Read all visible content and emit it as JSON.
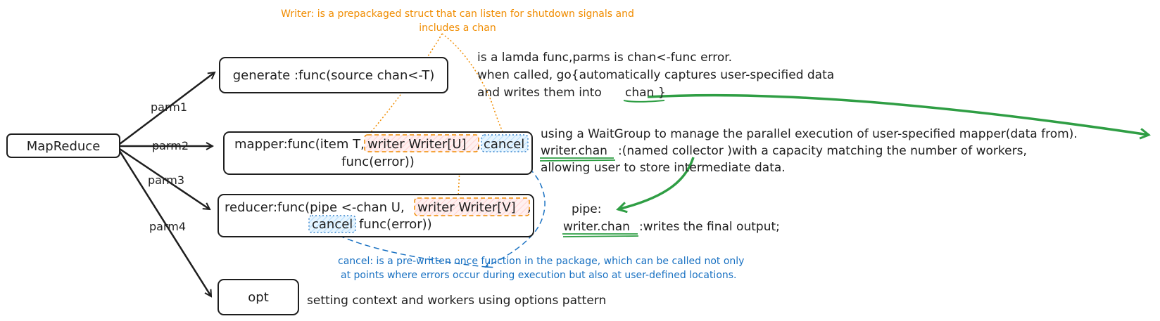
{
  "nodes": {
    "mapreduce": "MapReduce",
    "generate": "generate :func(source chan<-T)",
    "mapper_line1_a": "mapper:func(item T,",
    "mapper_line1_writer": "writer Writer[U]",
    "mapper_line1_comma": ",",
    "mapper_line1_cancel": "cancel",
    "mapper_line2": "func(error))",
    "reducer_line1_a": "reducer:func(pipe <-chan U,",
    "reducer_line1_writer": "writer Writer[V]",
    "reducer_line1_comma": ",",
    "reducer_line2_cancel": "cancel",
    "reducer_line2_rest": "func(error))",
    "opt": "opt"
  },
  "edges": {
    "parm1": "parm1",
    "parm2": "parm2",
    "parm3": "parm3",
    "parm4": "parm4"
  },
  "annotations": {
    "writer_note_line1": "Writer: is a prepackaged struct that can listen for shutdown signals and",
    "writer_note_line2": "includes a chan",
    "generate_note_line1": "is a lamda func,parms is chan<-func error.",
    "generate_note_line2": "when called, go{automatically captures user-specified data",
    "generate_note_line3_a": "and writes them into",
    "generate_note_line3_chan": "chan",
    "generate_note_line3_b": "}",
    "mapper_note_line1": "using a WaitGroup to manage the parallel execution of user-specified mapper(data from).",
    "mapper_note_line2_a": "writer.chan",
    "mapper_note_line2_b": ":(named collector )with a capacity matching the number of workers,",
    "mapper_note_line3": "allowing user to store intermediate data.",
    "pipe_label": "pipe:",
    "reducer_note_a": "writer.chan",
    "reducer_note_b": ":writes the final output;",
    "cancel_note_line1": "cancel: is a pre-written once function in the package, which can be called not only",
    "cancel_note_line2": "at points where errors occur during execution but also at user-defined locations.",
    "opt_note": "setting context and workers using options pattern"
  },
  "colors": {
    "stroke": "#1e1e1e",
    "orange": "#f08c00",
    "blue": "#1971c2",
    "green": "#2f9e44",
    "writer_fill": "#ffe3e3",
    "cancel_fill": "#e7f5ff"
  }
}
